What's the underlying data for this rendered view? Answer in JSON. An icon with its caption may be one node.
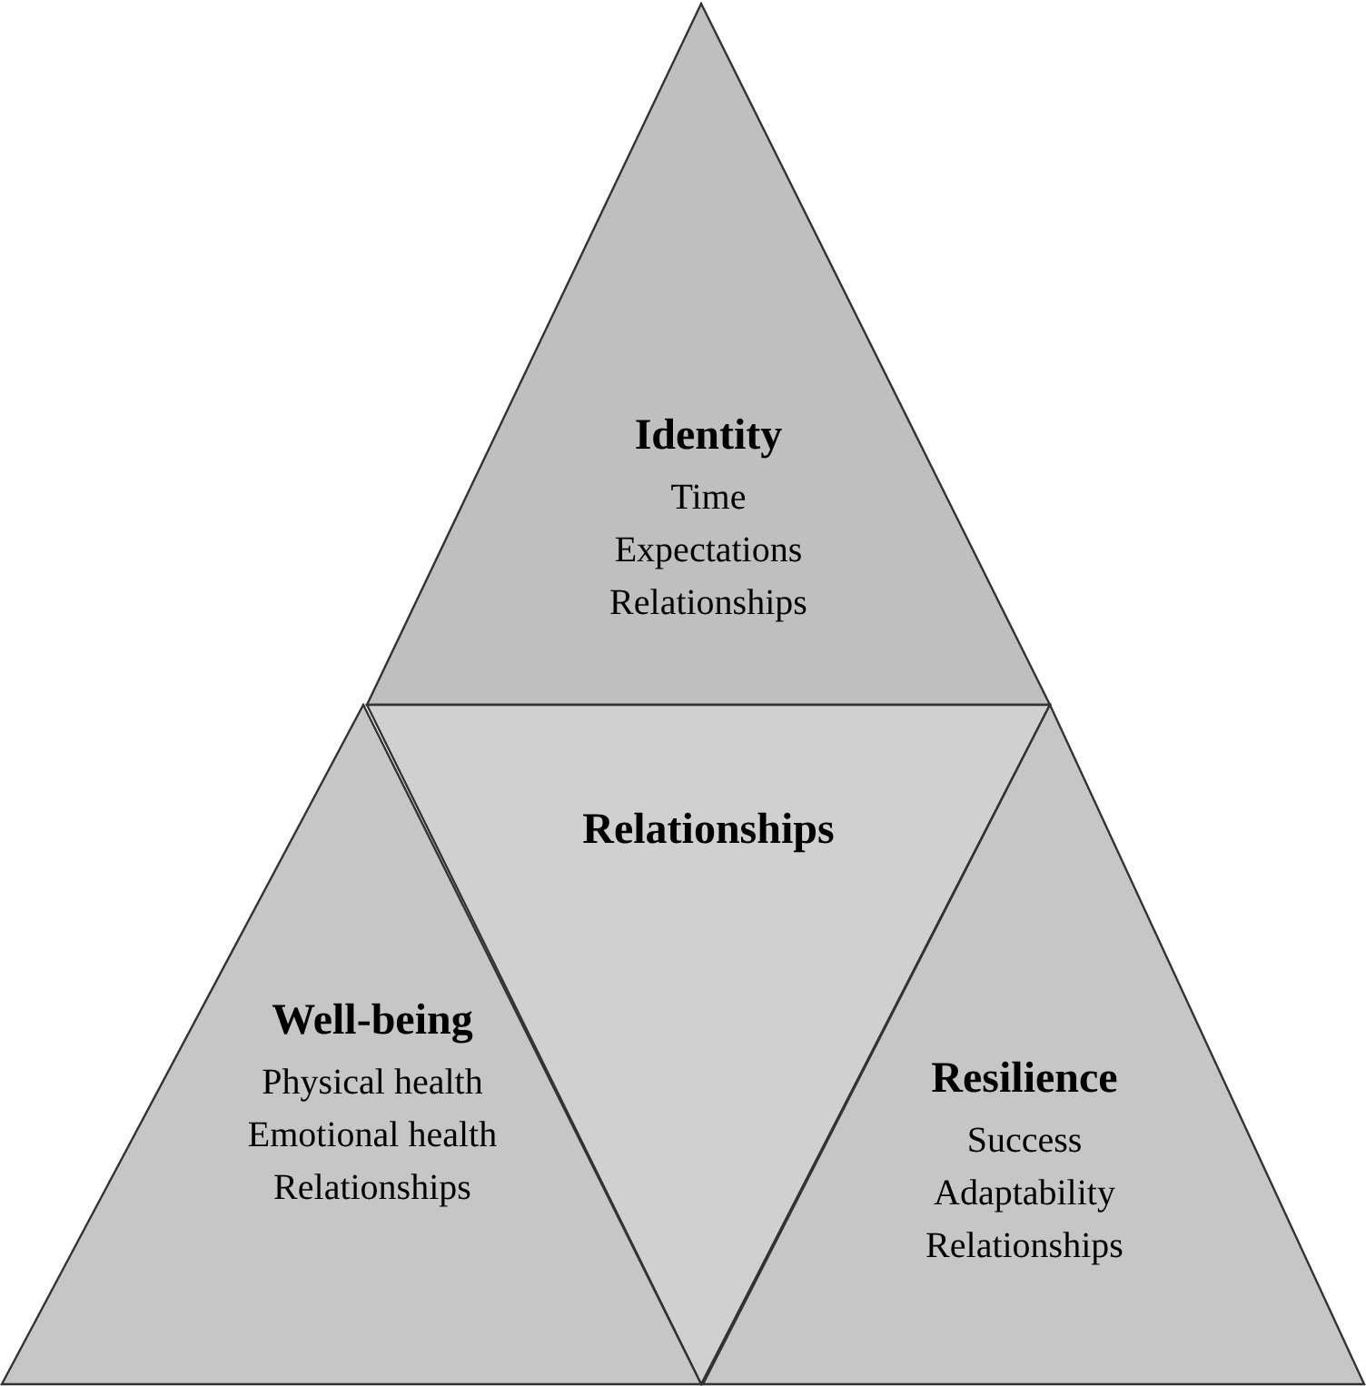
{
  "diagram": {
    "nodes": [
      {
        "text": [
          "Identity",
          "Time",
          "Expectations",
          "Relationships"
        ]
      },
      {
        "text": [
          "Relationships"
        ]
      },
      {
        "text": [
          "Well-being",
          "Physical health",
          "Emotional health",
          "Relationships"
        ]
      },
      {
        "text": [
          "Resilience",
          "Success",
          "Adaptability",
          "Relationships"
        ]
      }
    ]
  }
}
